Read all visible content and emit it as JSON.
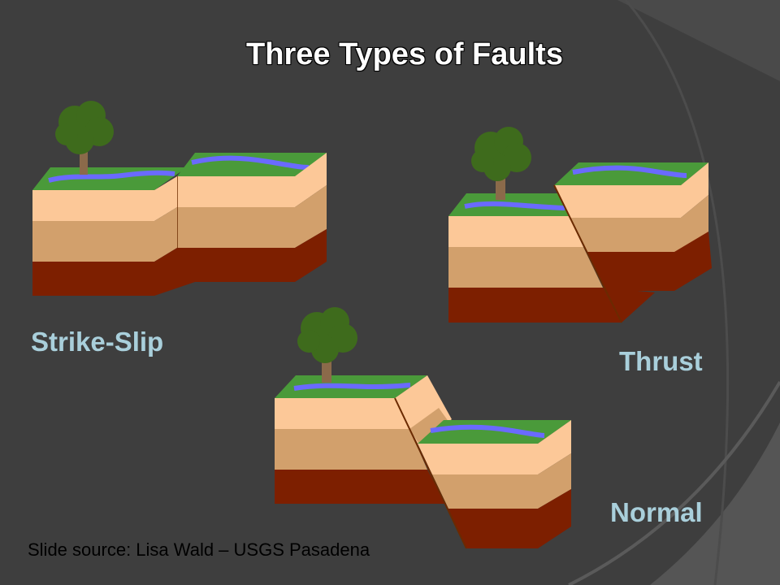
{
  "title": "Three Types of Faults",
  "labels": {
    "strike_slip": "Strike-Slip",
    "thrust": "Thrust",
    "normal": "Normal"
  },
  "source": "Slide source: Lisa Wald – USGS Pasadena",
  "colors": {
    "background": "#3f3f3f",
    "label": "#a9cfdb",
    "grass": "#4a9a3a",
    "river": "#6a6aff",
    "layer_top": "#fcc898",
    "layer_mid": "#d2a06c",
    "layer_bottom": "#7d1f00",
    "tree_crown": "#3e6b1c",
    "tree_trunk": "#8b6a4a"
  }
}
